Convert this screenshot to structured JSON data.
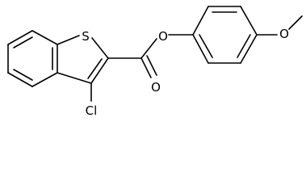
{
  "molecule": {
    "atom_labels": {
      "sulfur": "S",
      "ester_oxygen": "O",
      "carbonyl_oxygen": "O",
      "methoxy_oxygen": "O",
      "chlorine": "Cl"
    }
  },
  "colors": {
    "bond": "#000000",
    "label": "#000000",
    "background": "#ffffff"
  }
}
